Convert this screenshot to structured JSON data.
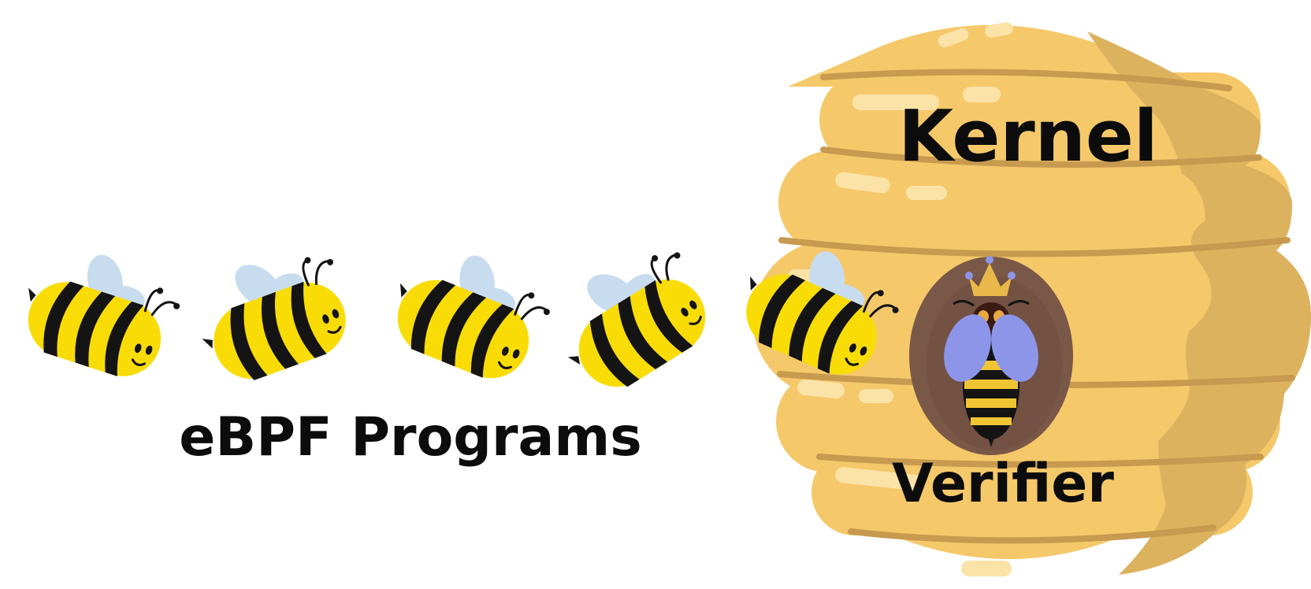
{
  "labels": {
    "programs": "eBPF Programs",
    "kernel": "Kernel",
    "verifier": "Verifier"
  },
  "colors": {
    "hive_light": "#f5c86a",
    "hive_shade": "#dcb25f",
    "hive_groove": "#c79a4f",
    "hive_highlight": "#fbe3a8",
    "entrance": "#7a5848",
    "bee_yellow": "#f9dc06",
    "bee_stripe": "#141414",
    "bee_wing": "#c8dcf0",
    "queen_wing": "#8d95e8",
    "crown": "#e9b84a",
    "text": "#0c0c0c"
  },
  "icons": {
    "bee": "bee-icon",
    "queen_bee": "queen-bee-icon",
    "crown": "crown-icon",
    "beehive": "beehive-icon"
  }
}
